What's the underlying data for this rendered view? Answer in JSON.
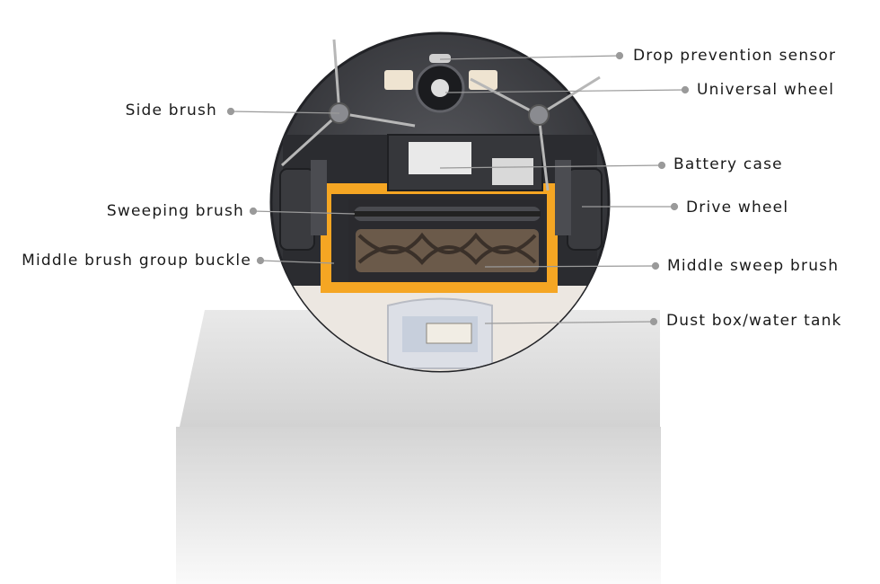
{
  "callouts": {
    "left": [
      {
        "id": "side-brush",
        "label": "Side brush"
      },
      {
        "id": "sweeping-brush",
        "label": "Sweeping brush"
      },
      {
        "id": "middle-brush-group-buckle",
        "label": "Middle brush group buckle"
      }
    ],
    "right": [
      {
        "id": "drop-prevention-sensor",
        "label": "Drop prevention sensor"
      },
      {
        "id": "universal-wheel",
        "label": "Universal wheel"
      },
      {
        "id": "battery-case",
        "label": "Battery case"
      },
      {
        "id": "drive-wheel",
        "label": "Drive wheel"
      },
      {
        "id": "middle-sweep-brush",
        "label": "Middle sweep brush"
      },
      {
        "id": "dust-box-water-tank",
        "label": "Dust box/water tank"
      }
    ]
  },
  "colors": {
    "body": "#3f4044",
    "frame": "#f5a623",
    "brush": "#6b5a4a",
    "dust_box": "#ece7e1",
    "pedestal": "#d8d8d8",
    "leader": "#9a9a9a"
  }
}
